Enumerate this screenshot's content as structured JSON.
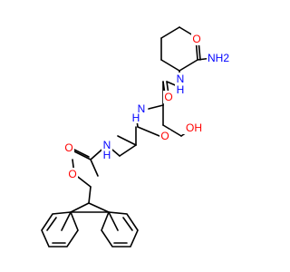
{
  "molecule": {
    "atom_labels": [
      {
        "id": "nh2-terminal",
        "text": "NH2",
        "color": "#0000ff"
      },
      {
        "id": "o-amide-1",
        "text": "O",
        "color": "#ff0000"
      },
      {
        "id": "nh-leu",
        "text": "N",
        "color": "#0000ff"
      },
      {
        "id": "h-leu",
        "text": "H",
        "color": "#0000ff"
      },
      {
        "id": "o-ser-carbonyl",
        "text": "O",
        "color": "#ff0000"
      },
      {
        "id": "oh-ser",
        "text": "OH",
        "color": "#ff0000"
      },
      {
        "id": "nh-ser",
        "text": "N",
        "color": "#0000ff"
      },
      {
        "id": "h-ser",
        "text": "H",
        "color": "#0000ff"
      },
      {
        "id": "o-ala-carbonyl",
        "text": "O",
        "color": "#ff0000"
      },
      {
        "id": "nh-ala",
        "text": "N",
        "color": "#0000ff"
      },
      {
        "id": "h-ala",
        "text": "H",
        "color": "#0000ff"
      },
      {
        "id": "o-carbamate-carbonyl",
        "text": "O",
        "color": "#ff0000"
      },
      {
        "id": "o-carbamate-ester",
        "text": "O",
        "color": "#ff0000"
      }
    ]
  }
}
